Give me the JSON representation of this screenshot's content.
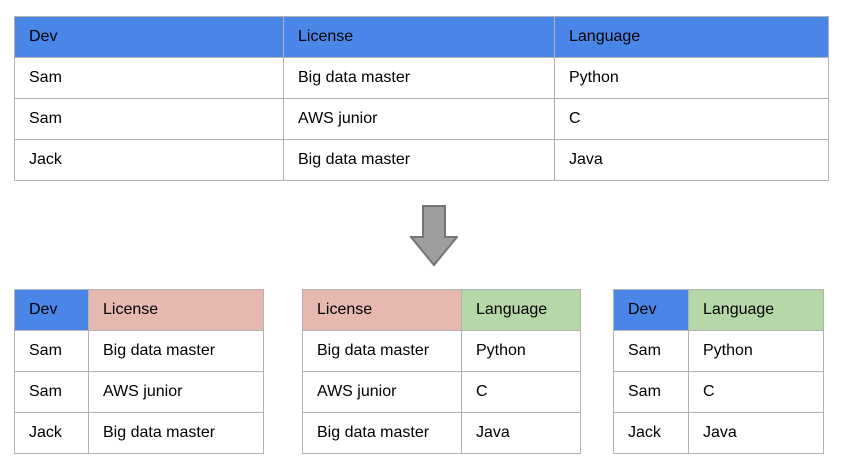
{
  "colors": {
    "header_blue": "#4a86e8",
    "header_pink": "#e6b8af",
    "header_green": "#b6d7a8",
    "cell_border": "#b2b2b2",
    "arrow_fill": "#9e9e9e",
    "arrow_stroke": "#757575"
  },
  "arrow": {
    "direction": "down"
  },
  "main_table": {
    "columns": [
      {
        "label": "Dev",
        "color": "blue"
      },
      {
        "label": "License",
        "color": "blue"
      },
      {
        "label": "Language",
        "color": "blue"
      }
    ],
    "rows": [
      [
        "Sam",
        "Big data master",
        "Python"
      ],
      [
        "Sam",
        "AWS junior",
        "C"
      ],
      [
        "Jack",
        "Big data master",
        "Java"
      ]
    ]
  },
  "decomposed_tables": [
    {
      "title": "dev-license",
      "columns": [
        {
          "label": "Dev",
          "color": "blue"
        },
        {
          "label": "License",
          "color": "pink"
        }
      ],
      "rows": [
        [
          "Sam",
          "Big data master"
        ],
        [
          "Sam",
          "AWS junior"
        ],
        [
          "Jack",
          "Big data master"
        ]
      ]
    },
    {
      "title": "license-language",
      "columns": [
        {
          "label": "License",
          "color": "pink"
        },
        {
          "label": "Language",
          "color": "green"
        }
      ],
      "rows": [
        [
          "Big data master",
          "Python"
        ],
        [
          "AWS junior",
          "C"
        ],
        [
          "Big data master",
          "Java"
        ]
      ]
    },
    {
      "title": "dev-language",
      "columns": [
        {
          "label": "Dev",
          "color": "blue"
        },
        {
          "label": "Language",
          "color": "green"
        }
      ],
      "rows": [
        [
          "Sam",
          "Python"
        ],
        [
          "Sam",
          "C"
        ],
        [
          "Jack",
          "Java"
        ]
      ]
    }
  ]
}
